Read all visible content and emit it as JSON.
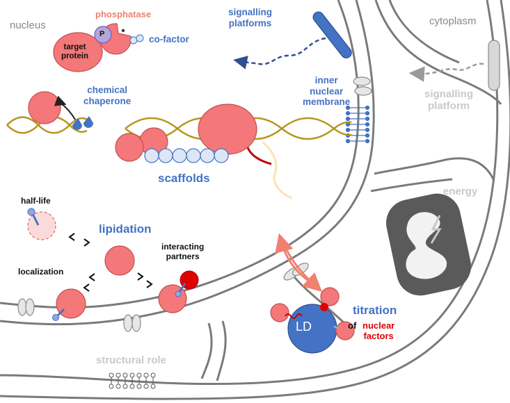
{
  "labels": {
    "nucleus": "nucleus",
    "cytoplasm": "cytoplasm",
    "phosphatase": "phosphatase",
    "phospho": "P",
    "target_protein": "target\nprotein",
    "cofactor": "co-factor",
    "chemical_chaperone": "chemical\nchaperone",
    "signalling_platforms": "signalling\nplatforms",
    "inner_nuclear_membrane": "inner\nnuclear\nmembrane",
    "signalling_platform": "signalling\nplatform",
    "scaffolds": "scaffolds",
    "energy": "energy",
    "half_life": "half-life",
    "lipidation": "lipidation",
    "interacting_partners": "interacting\npartners",
    "localization": "localization",
    "titration": "titration",
    "titration_of": "of ",
    "nuclear_factors": "nuclear\nfactors",
    "lipid_droplet": "LD",
    "structural_role": "structural role"
  },
  "colors": {
    "protein": "#f4777a",
    "protein_stroke": "#c0504d",
    "accent_blue": "#4472c4",
    "dark_red": "#e00000",
    "membrane_grey": "#777777",
    "dna_gold": "#b8961e"
  }
}
